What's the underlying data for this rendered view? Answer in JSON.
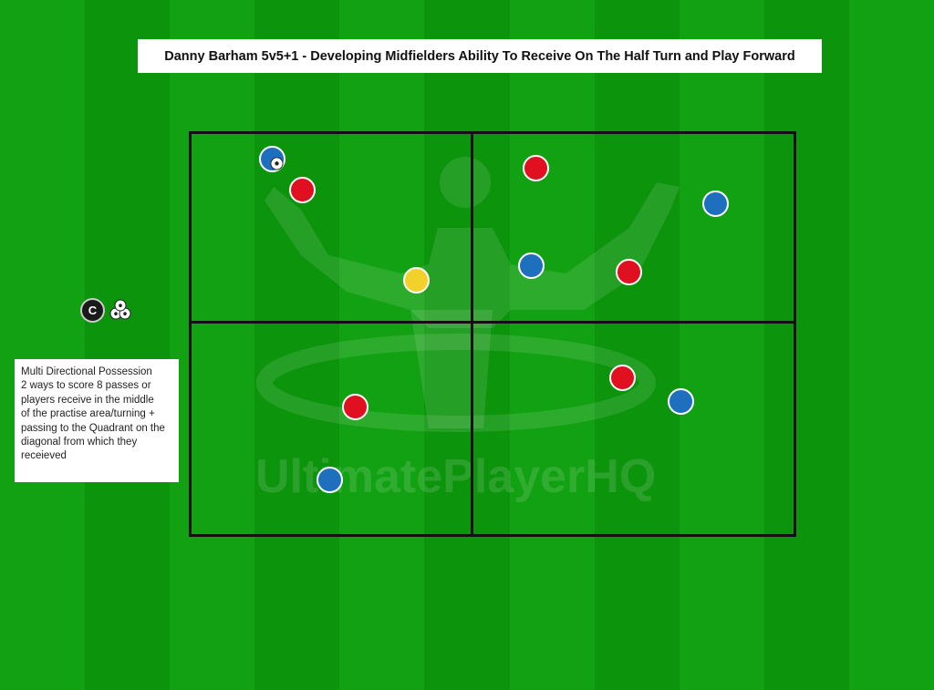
{
  "title": "Danny Barham 5v5+1 - Developing Midfielders Ability To Receive On The Half Turn and Play Forward",
  "watermark": "UltimatePlayerHQ",
  "coach_label": "C",
  "notes": [
    "Multi Directional Possession",
    "2 ways to score 8 passes or",
    "players receive in the middle",
    "of the practise area/turning +",
    "passing to the Quadrant on the",
    "diagonal from which they",
    "receieved"
  ],
  "colors": {
    "grass_light": "#13a313",
    "grass_dark": "#0b920b",
    "blue_team": "#1f6fbf",
    "red_team": "#e01020",
    "neutral": "#f2d22a",
    "lines": "#111111"
  },
  "icons": {
    "ball": "soccer-ball-icon",
    "ball_pile": "balls-pile-icon",
    "coach": "coach-marker-icon"
  }
}
